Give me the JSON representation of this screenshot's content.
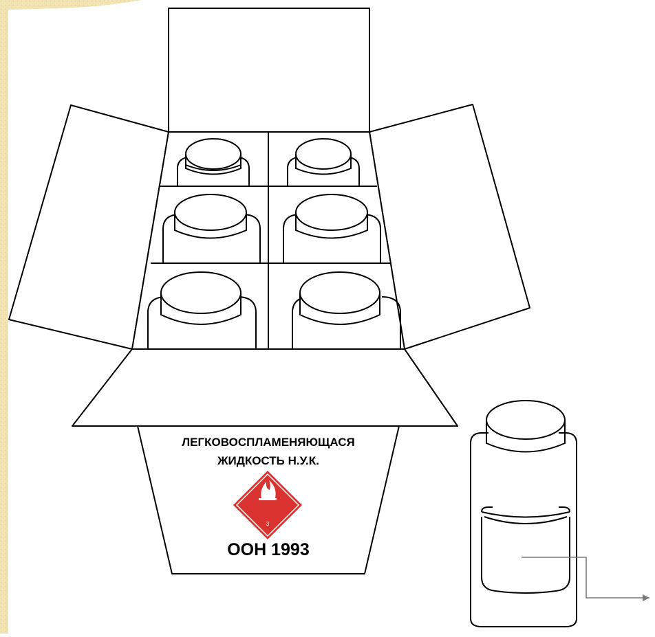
{
  "package": {
    "label_line1": "ЛЕГКОВОСПЛАМЕНЯЮЩАСЯ",
    "label_line2": "ЖИДКОСТЬ Н.У.К.",
    "un_number": "ООН 1993",
    "hazard_class": "3",
    "hazard_color": "#d9322f"
  },
  "background_texture_color": "#f2e4b3"
}
